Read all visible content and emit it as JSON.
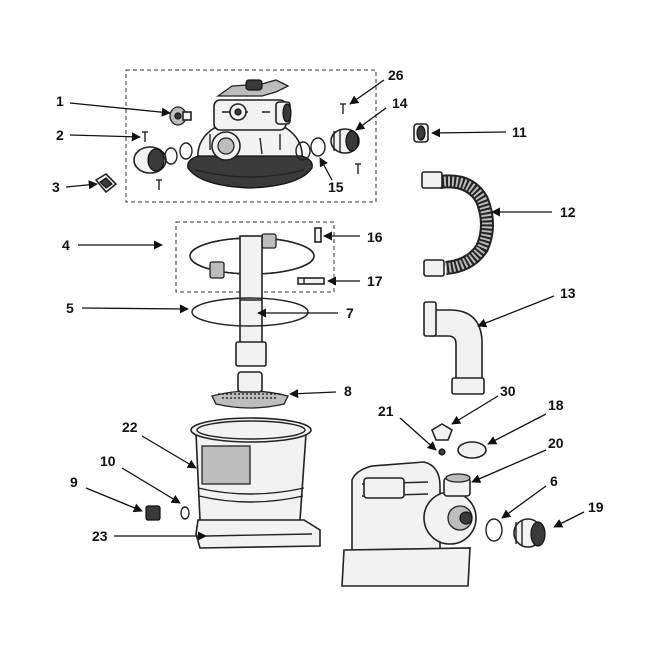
{
  "callouts": [
    {
      "id": "c1",
      "label": "1"
    },
    {
      "id": "c2",
      "label": "2"
    },
    {
      "id": "c3",
      "label": "3"
    },
    {
      "id": "c4",
      "label": "4"
    },
    {
      "id": "c5",
      "label": "5"
    },
    {
      "id": "c6",
      "label": "6"
    },
    {
      "id": "c7",
      "label": "7"
    },
    {
      "id": "c8",
      "label": "8"
    },
    {
      "id": "c9",
      "label": "9"
    },
    {
      "id": "c10",
      "label": "10"
    },
    {
      "id": "c11",
      "label": "11"
    },
    {
      "id": "c12",
      "label": "12"
    },
    {
      "id": "c13",
      "label": "13"
    },
    {
      "id": "c14",
      "label": "14"
    },
    {
      "id": "c15",
      "label": "15"
    },
    {
      "id": "c16",
      "label": "16"
    },
    {
      "id": "c17",
      "label": "17"
    },
    {
      "id": "c18",
      "label": "18"
    },
    {
      "id": "c19",
      "label": "19"
    },
    {
      "id": "c20",
      "label": "20"
    },
    {
      "id": "c21",
      "label": "21"
    },
    {
      "id": "c22",
      "label": "22"
    },
    {
      "id": "c23",
      "label": "23"
    },
    {
      "id": "c26",
      "label": "26"
    },
    {
      "id": "c30",
      "label": "30"
    }
  ]
}
